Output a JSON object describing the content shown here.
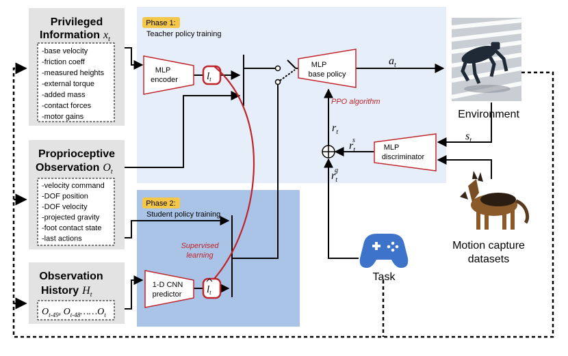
{
  "colors": {
    "gray_panel": "#e3e3e3",
    "phase1_bg": "#e6eef9",
    "phase2_bg": "#a9c4e6",
    "badge": "#f4c64a",
    "red": "#c0232a",
    "task_icon": "#3d73c8"
  },
  "privileged": {
    "title_line1": "Privileged",
    "title_line2": "Information",
    "symbol": "x",
    "sub": "t",
    "items": [
      "-base velocity",
      "-friction coeff",
      "-measured heights",
      "-external torque",
      "-added mass",
      "-contact forces",
      "-motor gains"
    ]
  },
  "proprio": {
    "title_line1": "Proprioceptive",
    "title_line2": "Observation",
    "symbol": "O",
    "sub": "t",
    "items": [
      "-velocity command",
      "-DOF position",
      "-DOF velocity",
      "-projected gravity",
      "-foot contact state",
      "-last actions"
    ]
  },
  "history": {
    "title_line1": "Observation",
    "title_line2": "History",
    "symbol": "H",
    "sub": "t",
    "seq": [
      "O",
      "t-49",
      ", O",
      "t-48",
      "……O",
      "t"
    ]
  },
  "phase1": {
    "badge": "Phase 1:",
    "title": "Teacher policy training"
  },
  "phase2": {
    "badge": "Phase 2:",
    "title": "Student policy training"
  },
  "mlp_encoder": [
    "MLP",
    "encoder"
  ],
  "mlp_base": [
    "MLP",
    "base policy"
  ],
  "mlp_disc": [
    "MLP",
    "discriminator"
  ],
  "cnn": [
    "1-D CNN",
    "predictor"
  ],
  "latent": {
    "symbol": "l",
    "sub": "t"
  },
  "latent_hat": {
    "symbol": "l",
    "sub": "t"
  },
  "action": {
    "symbol": "a",
    "sub": "t"
  },
  "state": {
    "symbol": "s",
    "sub": "t"
  },
  "reward": {
    "symbol": "r",
    "sub": "t"
  },
  "reward_s": {
    "symbol": "r",
    "sub": "t",
    "sup": "s"
  },
  "reward_g": {
    "symbol": "r",
    "sub": "t",
    "sup": "g"
  },
  "ppo_label": "PPO algorithm",
  "supervised_label": [
    "Supervised",
    "learning"
  ],
  "environment_label": "Environment",
  "motion_label": [
    "Motion capture",
    "datasets"
  ],
  "task_label": "Task"
}
